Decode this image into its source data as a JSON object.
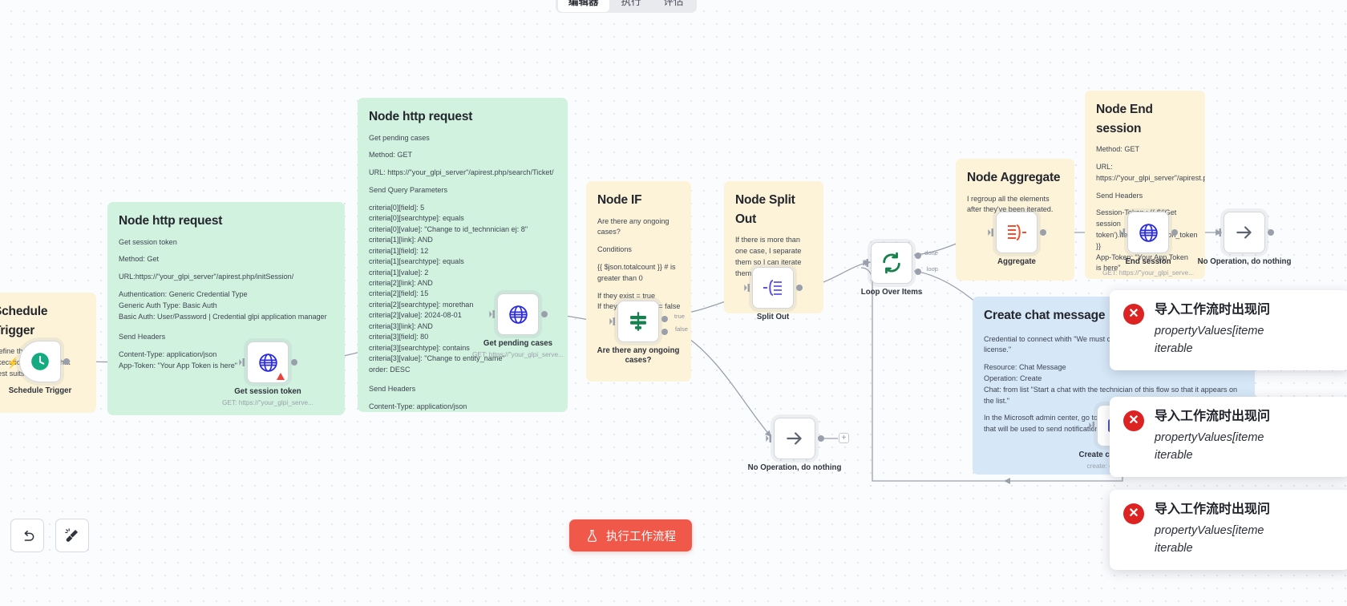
{
  "header": {
    "tabs": [
      {
        "label": "编辑器",
        "active": true
      },
      {
        "label": "执行",
        "active": false
      },
      {
        "label": "评估",
        "active": false
      }
    ]
  },
  "notes": {
    "schedule_trigger": {
      "title": "Schedule Trigger",
      "body": "Define the workflow execution schedule that best suits you."
    },
    "http_session": {
      "title": "Node http request",
      "p1": "Get session token",
      "p2": "Method: Get",
      "p3": "URL:https://\"your_glpi_server\"/apirest.php/initSession/",
      "p4": "Authentication: Generic Credential Type\nGeneric Auth Type: Basic Auth\nBasic Auth: User/Password | Credential glpi application manager",
      "p5": "Send Headers",
      "p6": "Content-Type: application/json\nApp-Token: \"Your App Token is here\""
    },
    "http_pending": {
      "title": "Node http request",
      "p1": "Get pending cases",
      "p2": "Method: GET",
      "p3": "URL: https://\"your_glpi_server\"/apirest.php/search/Ticket/",
      "p4": "Send Query Parameters",
      "criteria": "criteria[0][field]: 5\ncriteria[0][searchtype]: equals\ncriteria[0][value]: \"Change to id_technnician ej: 8\"\ncriteria[1][link]: AND\ncriteria[1][field]: 12\ncriteria[1][searchtype]: equals\ncriteria[1][value]: 2\ncriteria[2][link]: AND\ncriteria[2][field]: 15\ncriteria[2][searchtype]: morethan\ncriteria[2][value]: 2024-08-01\ncriteria[3][link]: AND\ncriteria[3][field]: 80\ncriteria[3][searchtype]: contains\ncriteria[3][value]: \"Change to entity_name\"\norder: DESC",
      "p5": "Send Headers",
      "p6": "Content-Type: application/json\nSession-Token: {{ $json.session_token }}\nApp-Token: \"Your App Token is here\""
    },
    "node_if": {
      "title": "Node IF",
      "p1": "Are there any ongoing cases?",
      "p2": "Conditions",
      "p3": "{{ $json.totalcount }} # is\ngreater than 0",
      "p4": "If they exist = true\nIf they do not exist = false"
    },
    "split_out": {
      "title": "Node Split Out",
      "p1": "If there is more than one case, I separate them so I can iterate them correctly."
    },
    "aggregate": {
      "title": "Node Aggregate",
      "p1": "I regroup all the elements after they've been iterated."
    },
    "end_session": {
      "title": "Node End session",
      "p1": "Method: GET",
      "p2": "URL: https://\"your_glpi_server\"/apirest.php/killSession/",
      "p3": "Send Headers",
      "p4": "Session-Token : {{ $('Get session token').item.json.session_token }}\nApp-Token: \"Your App Token is here\""
    },
    "create_chat": {
      "title": "Create chat message",
      "p1": "Credential to connect whith \"We must create the connection with the standard license.\"",
      "p2": "Resource: Chat Message\nOperation: Create\nChat: from list \"Start a chat with the technician of this flow so that it appears on the list.\"",
      "p3": "In the Microsoft admin center, go to \"Enterprise apps > n8n app - Use account that will be used to send notifications."
    }
  },
  "nodes": {
    "schedule_trigger": {
      "caption": "Schedule Trigger",
      "icon": "clock-icon"
    },
    "get_session_token": {
      "caption": "Get session token",
      "subcaption": "GET: https://\"your_glpi_serve...",
      "icon": "globe-icon"
    },
    "get_pending_cases": {
      "caption": "Get pending cases",
      "subcaption": "GET: https://\"your_glpi_serve...",
      "icon": "globe-icon"
    },
    "node_if": {
      "caption": "Are there any ongoing cases?",
      "icon": "filter-signpost-icon",
      "out_true": "true",
      "out_false": "false"
    },
    "split_out": {
      "caption": "Split Out",
      "icon": "split-out-icon"
    },
    "loop_over_items": {
      "caption": "Loop Over Items",
      "icon": "loop-icon",
      "out_done": "done",
      "out_loop": "loop"
    },
    "aggregate": {
      "caption": "Aggregate",
      "icon": "aggregate-icon"
    },
    "end_session": {
      "caption": "End session",
      "subcaption": "GET: https://\"your_glpi_serve...",
      "icon": "globe-icon"
    },
    "no_operation_right": {
      "caption": "No Operation, do\nnothing",
      "icon": "arrow-right-icon"
    },
    "no_operation_bottom": {
      "caption": "No Operation, do nothing",
      "icon": "arrow-right-icon"
    },
    "create_chat_message": {
      "caption": "Create chat message",
      "subcaption": "create: chatMessage",
      "icon": "microsoft-teams-icon"
    }
  },
  "toasts": [
    {
      "title": "导入工作流时出现问",
      "body_line1": "propertyValues[iteme",
      "body_line2": "iterable"
    },
    {
      "title": "导入工作流时出现问",
      "body_line1": "propertyValues[iteme",
      "body_line2": "iterable"
    },
    {
      "title": "导入工作流时出现问",
      "body_line1": "propertyValues[iteme",
      "body_line2": "iterable"
    }
  ],
  "controls": {
    "undo": "undo-icon",
    "tidy": "tidy-up-icon",
    "execute_label": "执行工作流程",
    "execute_icon": "flask-icon"
  },
  "colors": {
    "note_yellow": "#fdf3d8",
    "note_green": "#d2f2e0",
    "note_blue": "#d6e7f7",
    "execute_red": "#f0594a",
    "error_red": "#dd2222",
    "canvas": "#fbfcfe"
  }
}
